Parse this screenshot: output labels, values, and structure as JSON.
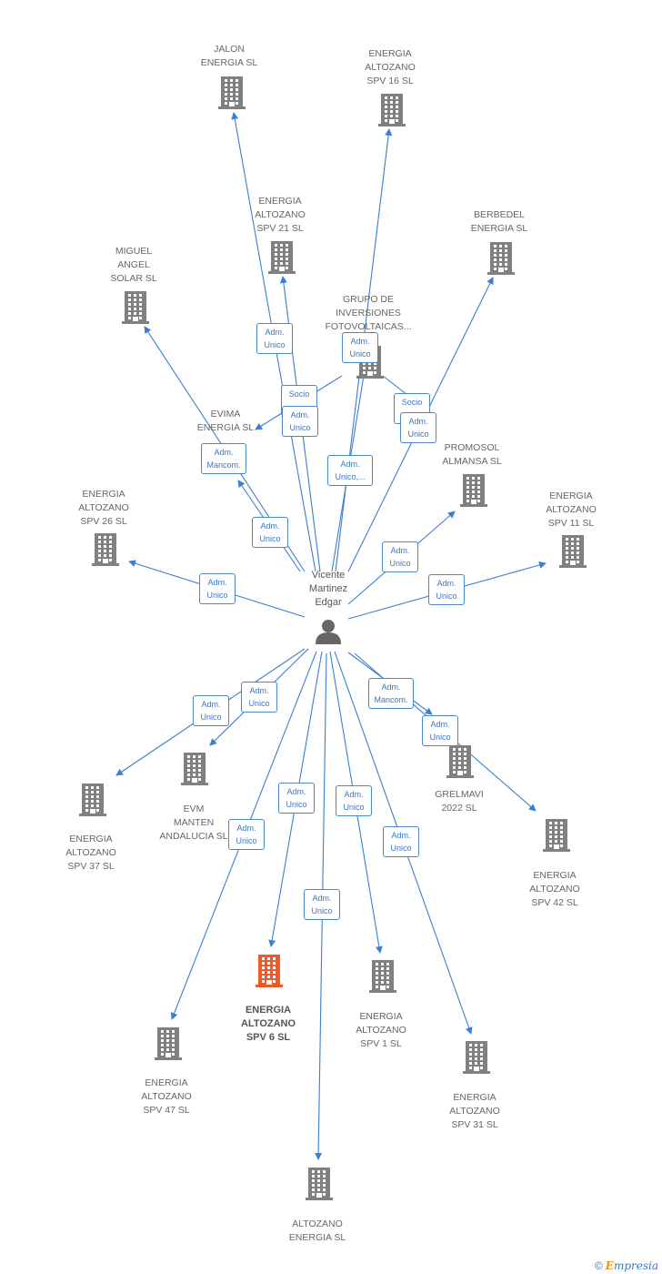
{
  "colors": {
    "edge": "#3b7fd0",
    "building": "#808080",
    "highlight": "#f05a28",
    "person": "#666666"
  },
  "center": {
    "name": "Vicente\nMartinez\nEdgar",
    "icon": "person-icon"
  },
  "companies": [
    {
      "id": "jalon",
      "name": "JALON\nENERGIA  SL"
    },
    {
      "id": "spv16",
      "name": "ENERGIA\nALTOZANO\nSPV 16  SL"
    },
    {
      "id": "spv21",
      "name": "ENERGIA\nALTOZANO\nSPV 21  SL"
    },
    {
      "id": "berbedel",
      "name": "BERBEDEL\nENERGIA  SL"
    },
    {
      "id": "miguel",
      "name": "MIGUEL\nANGEL\nSOLAR SL"
    },
    {
      "id": "grupo",
      "name": "GRUPO DE\nINVERSIONES\nFOTOVOLTAICAS..."
    },
    {
      "id": "evima",
      "name": "EVIMA\nENERGIA  SL"
    },
    {
      "id": "promosol",
      "name": "PROMOSOL\nALMANSA  SL"
    },
    {
      "id": "spv26",
      "name": "ENERGIA\nALTOZANO\nSPV 26  SL"
    },
    {
      "id": "spv11",
      "name": "ENERGIA\nALTOZANO\nSPV 11  SL"
    },
    {
      "id": "grelmavi",
      "name": "GRELMAVI\n2022  SL"
    },
    {
      "id": "evm",
      "name": "EVM\nMANTEN\nANDALUCIA  SL"
    },
    {
      "id": "spv37",
      "name": "ENERGIA\nALTOZANO\nSPV 37  SL"
    },
    {
      "id": "spv42",
      "name": "ENERGIA\nALTOZANO\nSPV 42  SL"
    },
    {
      "id": "spv6",
      "name": "ENERGIA\nALTOZANO\nSPV 6  SL",
      "highlight": true
    },
    {
      "id": "spv1",
      "name": "ENERGIA\nALTOZANO\nSPV 1  SL"
    },
    {
      "id": "spv47",
      "name": "ENERGIA\nALTOZANO\nSPV 47  SL"
    },
    {
      "id": "spv31",
      "name": "ENERGIA\nALTOZANO\nSPV 31  SL"
    },
    {
      "id": "altozano",
      "name": "ALTOZANO\nENERGIA  SL"
    }
  ],
  "edges": [
    {
      "to": "jalon",
      "label": "Adm.\nUnico"
    },
    {
      "to": "spv16",
      "label": "Adm.\nUnico"
    },
    {
      "to": "spv21",
      "label": "Adm.\nUnico"
    },
    {
      "to": "berbedel",
      "label": "Adm.\nUnico"
    },
    {
      "to": "miguel",
      "label": "Adm.\nMancom."
    },
    {
      "to": "grupo",
      "label": "Adm.\nUnico,..."
    },
    {
      "to": "evima",
      "label": "Adm.\nUnico"
    },
    {
      "to": "promosol",
      "label": "Adm.\nUnico"
    },
    {
      "to": "spv26",
      "label": "Adm.\nUnico"
    },
    {
      "to": "spv11",
      "label": "Adm.\nUnico"
    },
    {
      "to": "grelmavi",
      "label": "Adm.\nMancom."
    },
    {
      "to": "evm",
      "label": "Adm.\nUnico"
    },
    {
      "to": "spv37",
      "label": "Adm.\nUnico"
    },
    {
      "to": "spv42",
      "label": "Adm.\nUnico"
    },
    {
      "to": "spv6",
      "label": "Adm.\nUnico"
    },
    {
      "to": "spv1",
      "label": "Adm.\nUnico"
    },
    {
      "to": "spv47",
      "label": "Adm.\nUnico"
    },
    {
      "to": "spv31",
      "label": "Adm.\nUnico"
    },
    {
      "to": "altozano",
      "label": "Adm.\nUnico"
    }
  ],
  "grupo_edges": [
    {
      "to": "evima",
      "label": "Socio\n..."
    },
    {
      "to": "berbedel",
      "label": "Socio\n..."
    }
  ],
  "footer": {
    "copyright": "©",
    "brand_first": "E",
    "brand_rest": "mpresia"
  }
}
